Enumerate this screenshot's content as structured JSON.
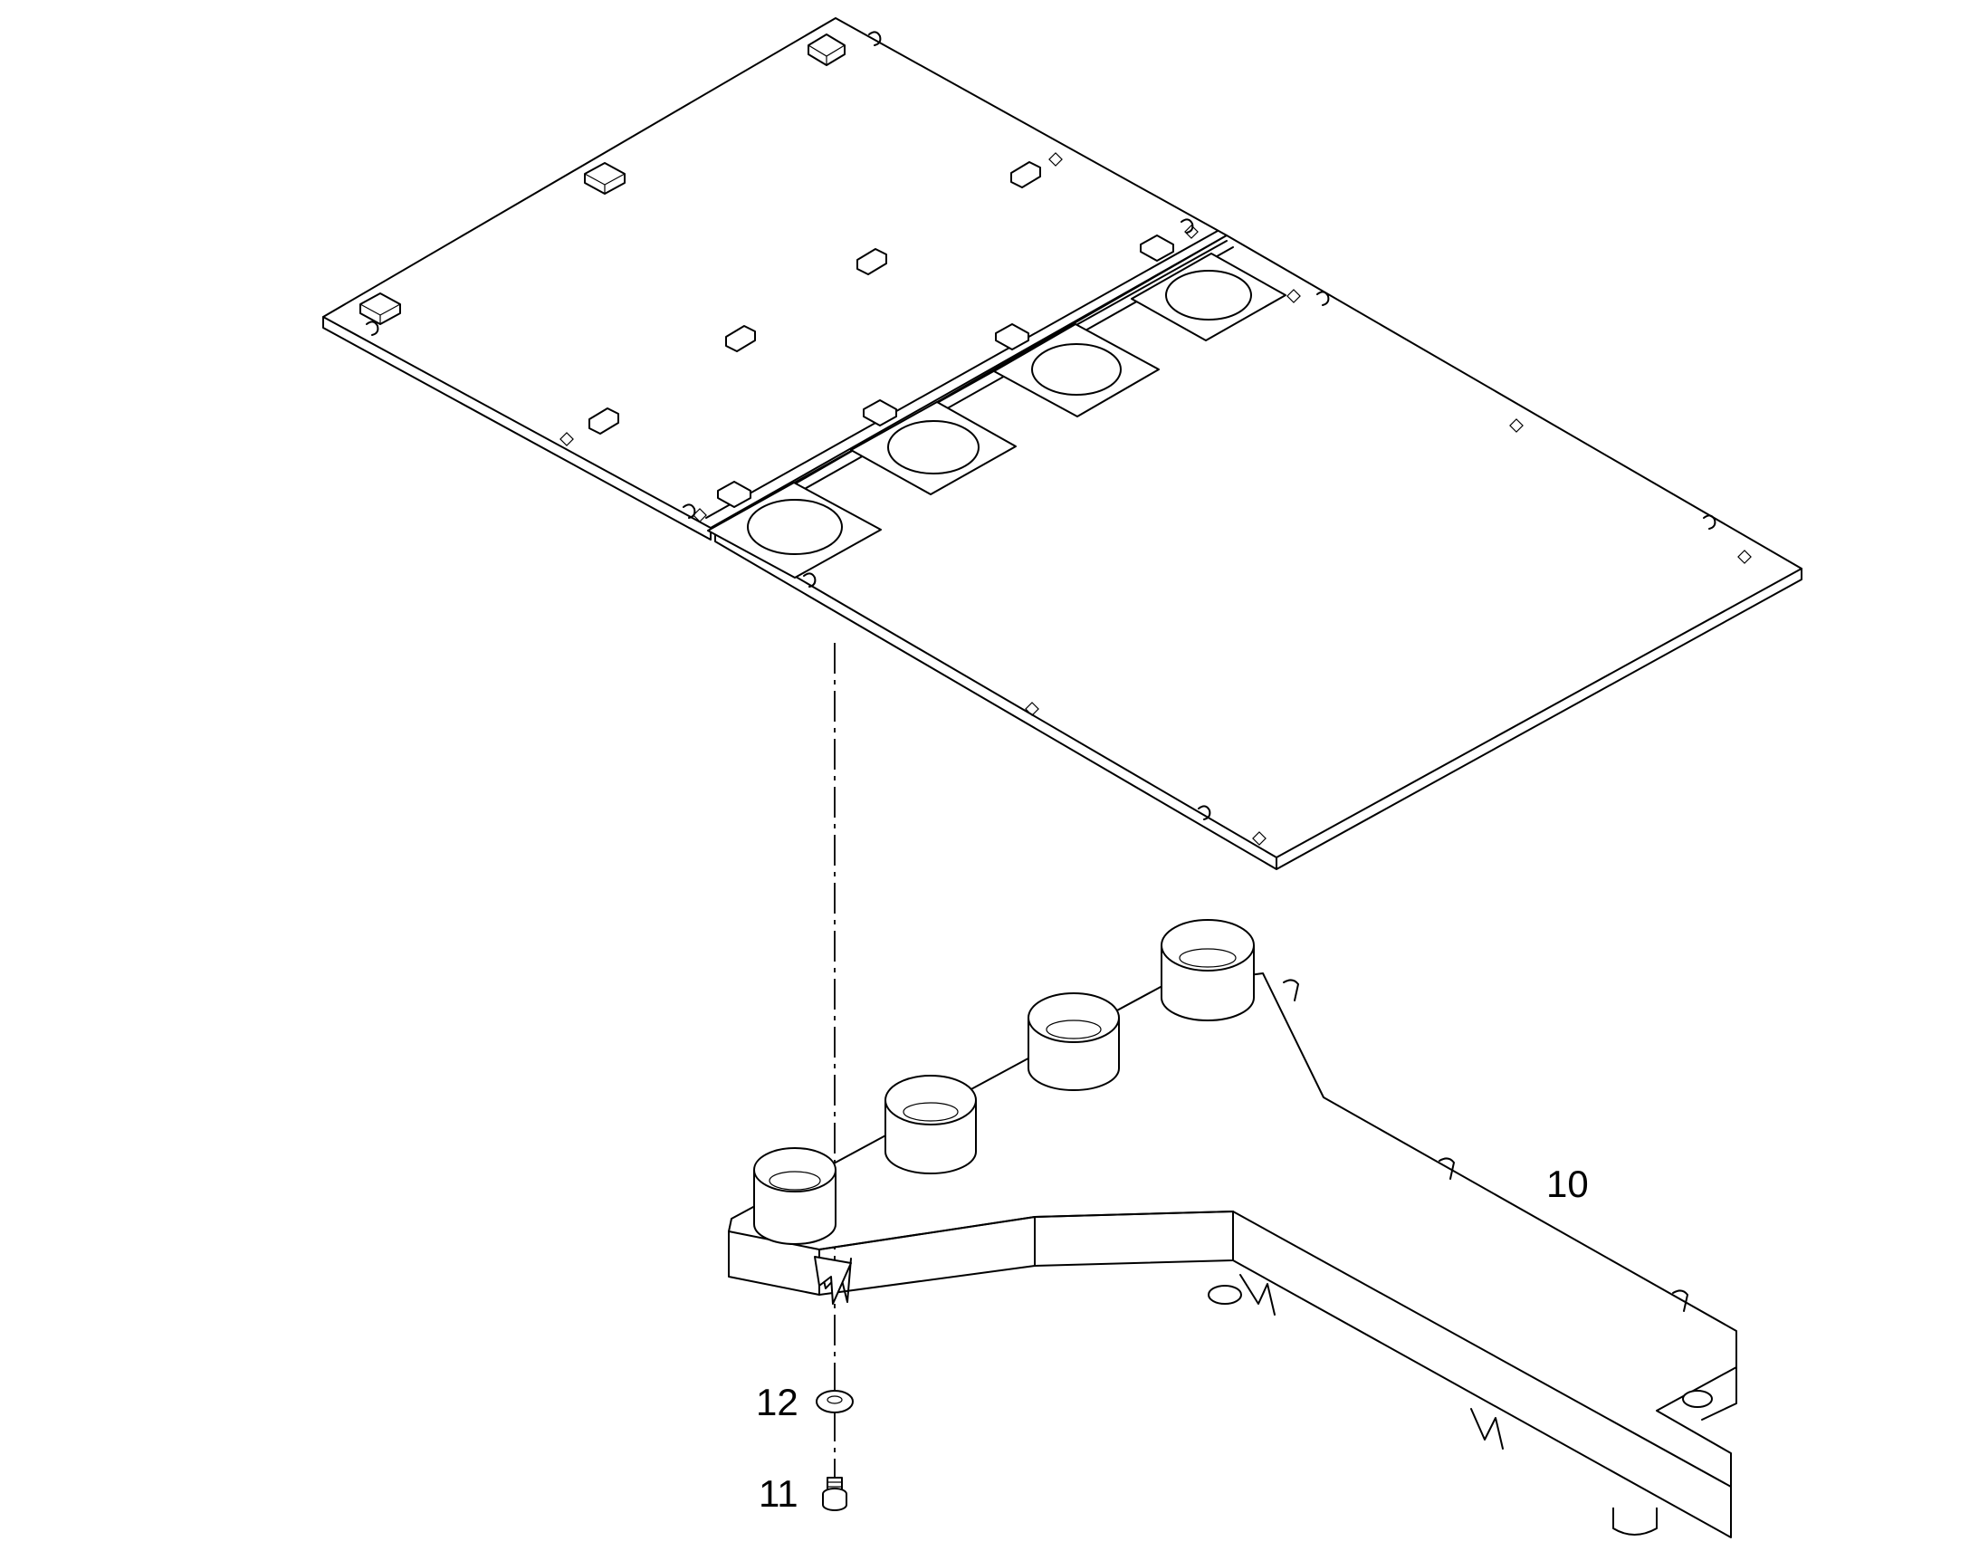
{
  "callouts": {
    "part_10": "10",
    "part_11": "11",
    "part_12": "12"
  },
  "colors": {
    "line": "#000000",
    "background": "#ffffff"
  },
  "icons": [
    "panel-assembly-icon",
    "duct-manifold-icon",
    "washer-icon",
    "screw-icon"
  ]
}
